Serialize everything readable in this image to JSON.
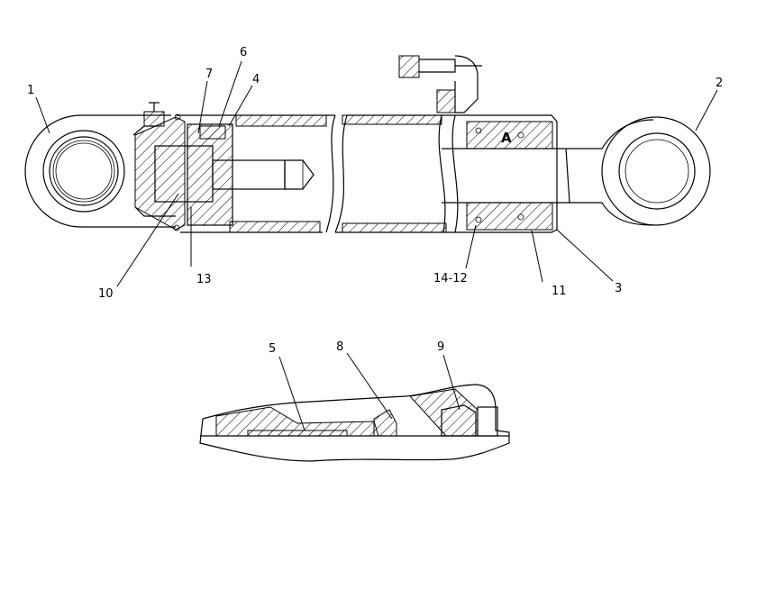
{
  "diagram": {
    "callouts": {
      "c1": "1",
      "c2": "2",
      "c3": "3",
      "c4": "4",
      "c5": "5",
      "c6": "6",
      "c7": "7",
      "c8": "8",
      "c9": "9",
      "c10": "10",
      "c11": "11",
      "c13": "13",
      "c14_12": "14-12"
    },
    "section_mark": "A"
  }
}
